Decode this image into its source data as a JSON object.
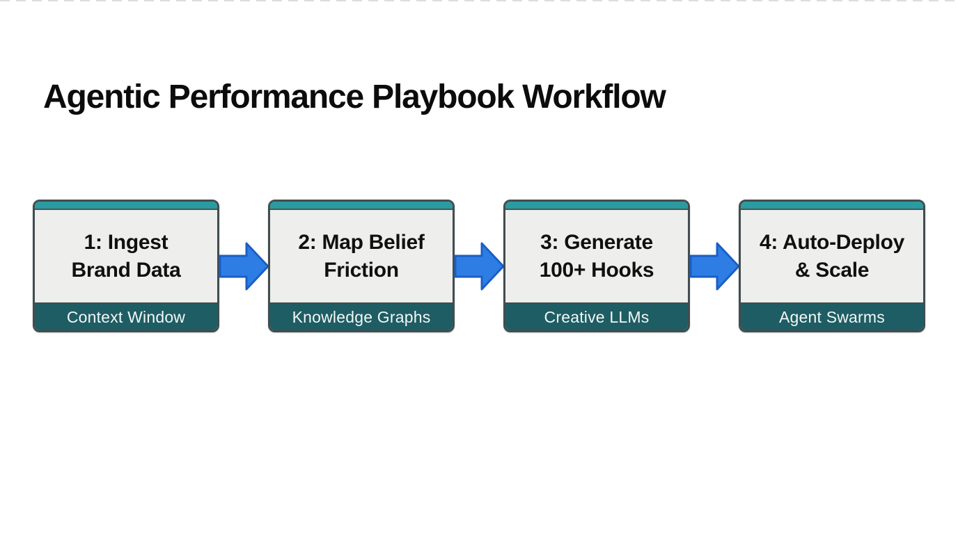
{
  "title": {
    "text": "Agentic Performance Playbook Workflow"
  },
  "workflow": {
    "steps": [
      {
        "line1": "1: Ingest",
        "line2": "Brand Data",
        "label": "Context Window"
      },
      {
        "line1": "2: Map Belief",
        "line2": "Friction",
        "label": "Knowledge Graphs"
      },
      {
        "line1": "3: Generate",
        "line2": "100+ Hooks",
        "label": "Creative LLMs"
      },
      {
        "line1": "4: Auto-Deploy",
        "line2": "& Scale",
        "label": "Agent Swarms"
      }
    ]
  },
  "colors": {
    "accent_teal": "#2a9ba0",
    "dark_teal": "#1e5d63",
    "box_body": "#eeeeec",
    "box_border": "#414d50",
    "arrow_fill": "#2e7de4",
    "arrow_border": "#1b5ec5",
    "title_color": "#0c0c0c",
    "label_text": "#f4f7f6"
  }
}
